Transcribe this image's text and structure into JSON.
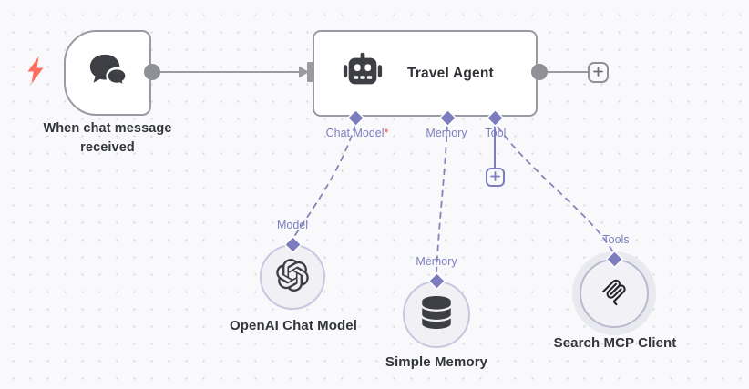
{
  "canvas": {
    "background": "#f9f9fb",
    "dot_color": "#d7d8dc"
  },
  "colors": {
    "node_border": "#999ba3",
    "wire_gray": "#999b9f",
    "accent_purple": "#7b7dbe",
    "dashed_wire": "#8385b8",
    "trigger_bolt": "#ff6d5e",
    "icon_dark": "#3d3f45",
    "label_dark": "#32353b",
    "required_asterisk": "#e5484d",
    "subnode_fill": "#f0f0f5",
    "subnode_border": "#c7c8de"
  },
  "nodes": {
    "trigger": {
      "label": "When chat message received",
      "icon": "chat-bubbles-icon"
    },
    "agent": {
      "title": "Travel Agent",
      "icon": "robot-icon",
      "required_marker": "*",
      "inputs": [
        {
          "label": "Chat Model",
          "required": true
        },
        {
          "label": "Memory",
          "required": false
        },
        {
          "label": "Tool",
          "required": false
        }
      ]
    },
    "model": {
      "label": "OpenAI Chat Model",
      "connector_label": "Model",
      "icon": "openai-icon"
    },
    "memory": {
      "label": "Simple Memory",
      "connector_label": "Memory",
      "icon": "database-icon"
    },
    "tool": {
      "label": "Search MCP Client",
      "connector_label": "Tools",
      "icon": "mcp-icon"
    }
  }
}
